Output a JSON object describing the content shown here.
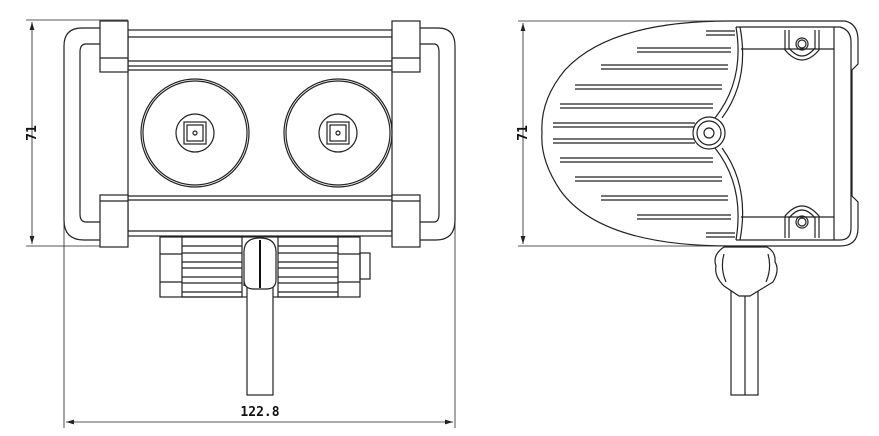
{
  "front_view": {
    "height_dimension": "71",
    "width_dimension": "122.8",
    "led_count": 2
  },
  "side_view": {
    "height_dimension": "71"
  },
  "colors": {
    "line": "#222222",
    "background": "#ffffff"
  }
}
